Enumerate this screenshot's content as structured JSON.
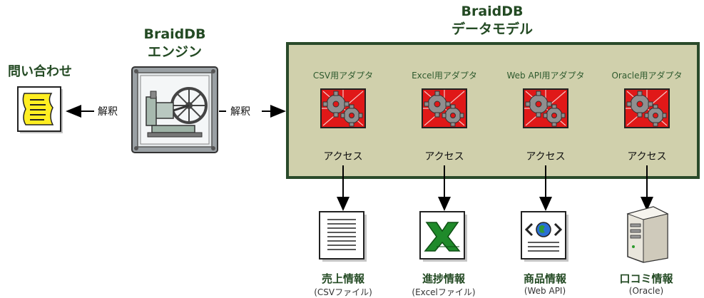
{
  "model_title_1": "BraidDB",
  "model_title_2": "データモデル",
  "engine_title_1": "BraidDB",
  "engine_title_2": "エンジン",
  "query_title": "問い合わせ",
  "parse_left": "解釈",
  "parse_right": "解釈",
  "adapters": [
    {
      "name": "CSV用アダプタ",
      "access": "アクセス"
    },
    {
      "name": "Excel用アダプタ",
      "access": "アクセス"
    },
    {
      "name": "Web API用アダプタ",
      "access": "アクセス"
    },
    {
      "name": "Oracle用アダプタ",
      "access": "アクセス"
    }
  ],
  "sources": [
    {
      "title": "売上情報",
      "sub": "(CSVファイル)",
      "icon": "document-icon"
    },
    {
      "title": "進捗情報",
      "sub": "(Excelファイル)",
      "icon": "excel-icon"
    },
    {
      "title": "商品情報",
      "sub": "(Web API)",
      "icon": "web-api-icon"
    },
    {
      "title": "口コミ情報",
      "sub": "(Oracle)",
      "icon": "server-icon"
    }
  ],
  "colors": {
    "title_green": "#234a23",
    "model_fill": "#d0d0ac",
    "model_border": "#2a4a2a",
    "adapter_red": "#e01818",
    "query_yellow": "#ffee22"
  }
}
